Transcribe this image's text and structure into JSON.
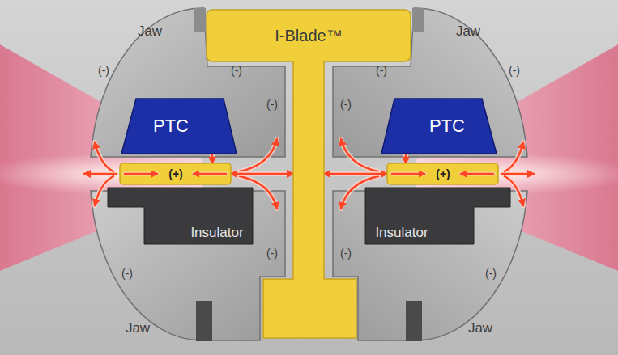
{
  "diagram": {
    "nodes": [
      {
        "text": [
          "I-Blade™"
        ]
      },
      {
        "text": [
          "PTC"
        ]
      },
      {
        "text": [
          "(+)"
        ]
      },
      {
        "text": [
          "Insulator"
        ]
      },
      {
        "text": [
          "PTC"
        ]
      },
      {
        "text": [
          "(+)"
        ]
      },
      {
        "text": [
          "Insulator"
        ]
      }
    ],
    "edges": [
      {
        "from": 2,
        "to": 1,
        "arrow": "both"
      },
      {
        "from": 2,
        "to": 0,
        "arrow": "both"
      },
      {
        "from": 5,
        "to": 4,
        "arrow": "both"
      },
      {
        "from": 5,
        "to": 0,
        "arrow": "both"
      }
    ],
    "labels": [
      "Jaw",
      "Jaw",
      "Jaw",
      "Jaw",
      "(-)",
      "(-)",
      "(-)",
      "(-)",
      "(-)",
      "(-)",
      "(-)",
      "(-)",
      "(-)",
      "(-)"
    ]
  }
}
